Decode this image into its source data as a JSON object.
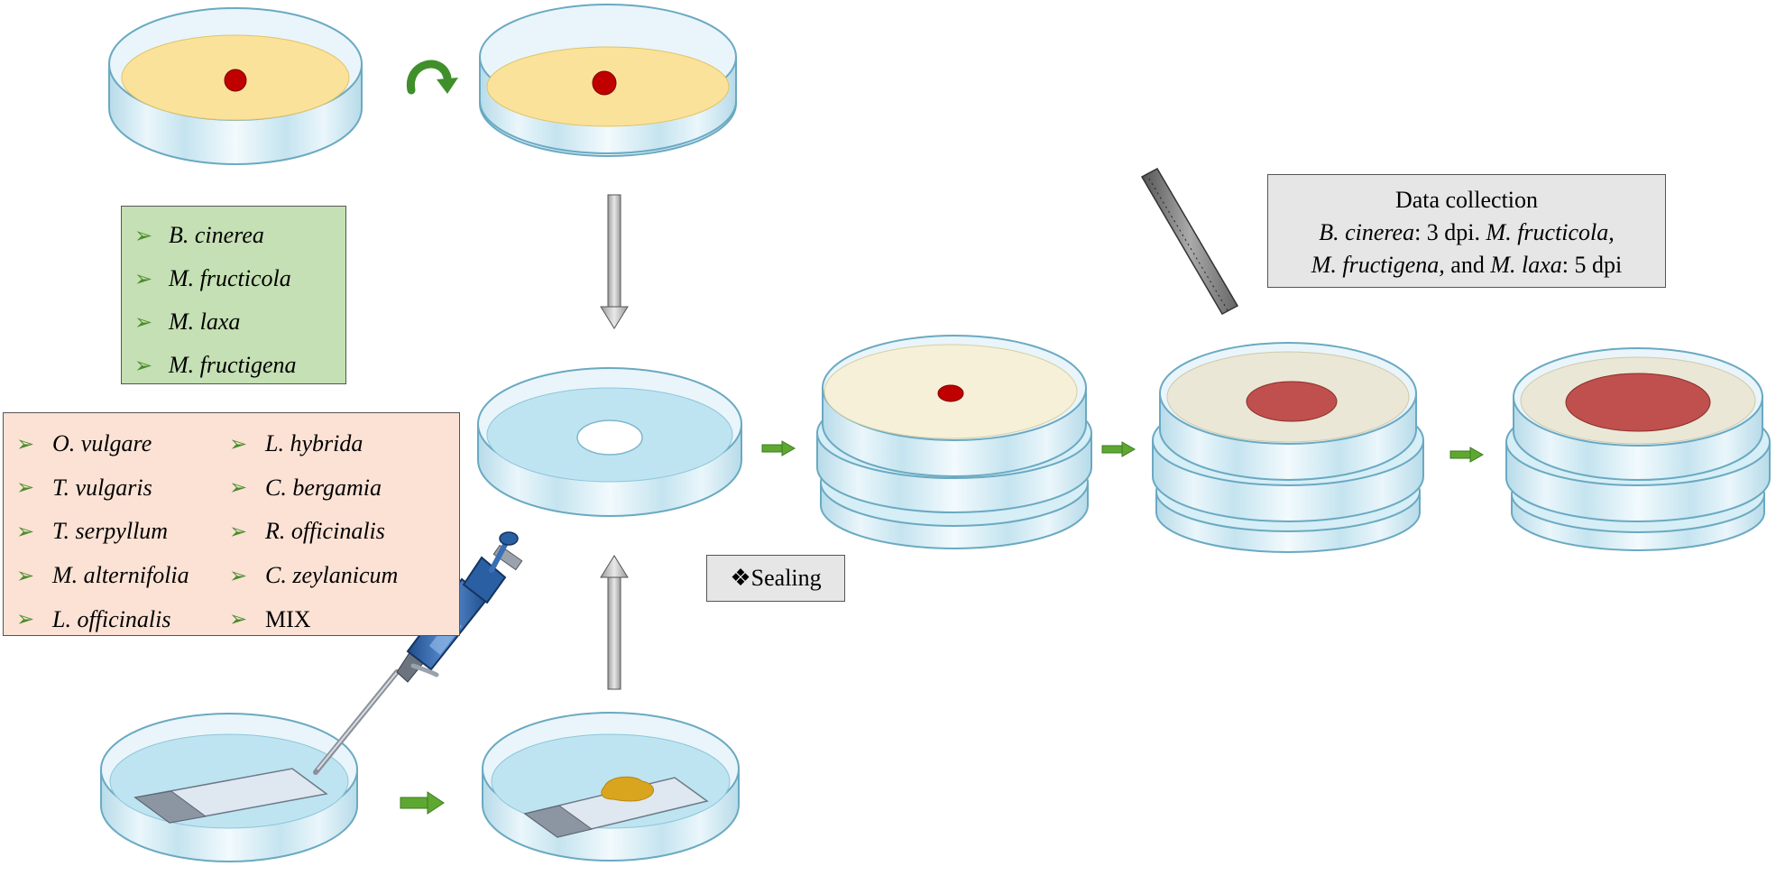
{
  "pathogens": [
    "B. cinerea",
    "M. fructicola",
    "M. laxa",
    "M. fructigena"
  ],
  "oils_col1": [
    "O. vulgare",
    "T. vulgaris",
    "T. serpyllum",
    "M. alternifolia",
    "L. officinalis"
  ],
  "oils_col2": [
    "L. hybrida",
    "C. bergamia",
    "R. officinalis",
    "C. zeylanicum",
    "MIX"
  ],
  "data_collection": {
    "title": "Data collection",
    "bc": "B. cinerea",
    "bc_time": ": 3 dpi.",
    "mf": "M. fructicola,",
    "mfg": "M. fructigena,",
    "and": "and",
    "ml": "M. laxa",
    "ml_time": ": 5 dpi"
  },
  "sealing": {
    "symbol": "❖",
    "label": "Sealing"
  },
  "bullet_symbol": "➢",
  "colors": {
    "agar_yellow": "#fbe29a",
    "agar_cream": "#efedd9",
    "mycelium_red": "#c0504d",
    "inoculum_red": "#c00000",
    "dish_blue": "#cfeaf3",
    "arrow_green": "#5ea832",
    "pathogen_box": "#c5e0b4",
    "oil_box": "#fbe2d5",
    "info_box": "#e6e6e6"
  },
  "icons": [
    "flip-arrow-icon",
    "pipette-icon",
    "ruler-icon",
    "bullet-arrow-icon"
  ]
}
